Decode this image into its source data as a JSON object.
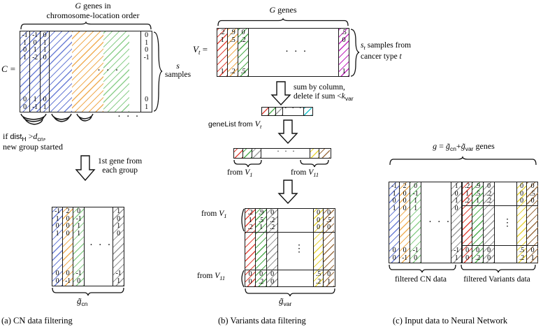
{
  "figure": {
    "title": "CN and Variants data filtering pipeline feeding a neural network",
    "captions": {
      "a": "(a) CN data filtering",
      "b": "(b) Variants data filtering",
      "c": "(c) Input data to Neural Network"
    }
  },
  "panel_a": {
    "top_label_line1": "G",
    "top_label_line1_rest": "genes in",
    "top_label_line2": "chromosome-location order",
    "matrix_label": "C =",
    "right_brace_label_1": "s",
    "right_brace_label_2": "samples",
    "top_matrix": {
      "rows_top": [
        [
          "-1",
          "-1",
          "0"
        ],
        [
          "1",
          "0",
          "1"
        ],
        [
          "0",
          "1",
          "1"
        ],
        [
          "1",
          "-2",
          "0"
        ]
      ],
      "rows_bottom": [
        [
          "0",
          "1",
          "0"
        ],
        [
          "0",
          "-1",
          "1"
        ]
      ],
      "last_col_top": [
        "0",
        "1",
        "0",
        "-1"
      ],
      "last_col_bottom": [
        "0",
        "1"
      ],
      "ellipsis": "· · ·",
      "group_colors": [
        "#6c7fd6",
        "#f0ae56",
        "#8dcf8d"
      ]
    },
    "condition_line1_pre": "if",
    "condition_line1_dist": "dist",
    "condition_line1_sub": "H",
    "condition_line1_gt": ">",
    "condition_line1_d": "d",
    "condition_line1_dsub": "cn",
    "condition_line1_comma": ",",
    "condition_line2": "new group started",
    "arrow_label_line1": "1st gene from",
    "arrow_label_line2": "each group",
    "bottom_matrix": {
      "rows_top": [
        [
          "-1",
          "2",
          "0"
        ],
        [
          "1",
          "0",
          "-1"
        ],
        [
          "0",
          "0",
          "1"
        ],
        [
          "1",
          "0",
          "1"
        ]
      ],
      "rows_bottom": [
        [
          "0",
          "0",
          "-1"
        ],
        [
          "0",
          "-1",
          "0"
        ]
      ],
      "last_col_top": [
        "1",
        "0",
        "1",
        "0"
      ],
      "last_col_bottom": [
        "-1",
        "1"
      ],
      "ellipsis": "· · ·"
    },
    "bottom_brace_label": "g̃",
    "bottom_brace_sub": "cn"
  },
  "panel_b": {
    "top_label_G": "G",
    "top_label_rest": "genes",
    "matrix_label": "V",
    "matrix_label_sub": "t",
    "matrix_label_eq": "=",
    "right_label_line1_s": "s",
    "right_label_line1_sub": "t",
    "right_label_line1_rest": "samples from",
    "right_label_line2": "cancer type",
    "right_label_line2_t": "t",
    "top_matrix": {
      "rows_top": [
        [
          ".2",
          ".9",
          "0"
        ],
        [
          "1",
          ".5",
          ".2"
        ]
      ],
      "rows_bottom": [
        [
          "1",
          ".2",
          ".5"
        ]
      ],
      "last_col_top": [
        ".5",
        "0"
      ],
      "last_col_bottom": [
        "1"
      ],
      "ellipsis": "· · ·"
    },
    "arrow1_label_line1": "sum by column,",
    "arrow1_label_line2_pre": "delete if sum <",
    "arrow1_label_line2_k": "k",
    "arrow1_label_line2_sub": "var",
    "genelist_label": "geneList from",
    "genelist_label_V": "V",
    "genelist_label_sub": "t",
    "genelist_strip_colors": [
      "#e2473b",
      "#4fae4f",
      "#9a9a9a",
      "#1fc4cf"
    ],
    "genelist_strip_ellipsis": "· · ·",
    "combined_strip_colors": [
      "#e2473b",
      "#4fae4f",
      "#9a9a9a",
      "#e8d53a",
      "#9c7044"
    ],
    "combined_strip_ellipsis": "· · ·",
    "from_v1": "from",
    "from_v1_V": "V",
    "from_v1_sub": "1",
    "from_v11": "from",
    "from_v11_V": "V",
    "from_v11_sub": "11",
    "bottom_matrix": {
      "row_label_top": "from",
      "row_label_top_V": "V",
      "row_label_top_sub": "1",
      "row_label_bot": "from",
      "row_label_bot_V": "V",
      "row_label_bot_sub": "11",
      "rows_top": [
        [
          ".2",
          ".9",
          "0"
        ],
        [
          "1",
          ".5",
          ".2"
        ],
        [
          ".2",
          "1",
          ".2"
        ]
      ],
      "rows_top_right": [
        [
          "0",
          "0"
        ],
        [
          "0",
          ".5"
        ],
        [
          "0",
          "0"
        ]
      ],
      "rows_bottom": [
        [
          "0",
          "0",
          "0"
        ],
        [
          "0",
          ".2",
          "0"
        ]
      ],
      "rows_bottom_right": [
        [
          ".5",
          "0"
        ],
        [
          ".2",
          "1"
        ]
      ],
      "vdots": "⋮"
    },
    "bottom_brace_label": "g̃",
    "bottom_brace_sub": "var"
  },
  "panel_c": {
    "top_label_g": "g",
    "top_label_eq": "=",
    "top_label_gcn": "g̃",
    "top_label_gcn_sub": "cn",
    "top_label_plus": "+",
    "top_label_gvar": "g̃",
    "top_label_gvar_sub": "var",
    "top_label_rest": "genes",
    "matrix": {
      "cn_rows_top": [
        [
          "-1",
          "2",
          "0"
        ],
        [
          "1",
          "0",
          "-1"
        ],
        [
          "0",
          "0",
          "1"
        ],
        [
          "1",
          "0",
          "1"
        ]
      ],
      "cn_rows_bottom": [
        [
          "0",
          "0",
          "-1"
        ],
        [
          "0",
          "-1",
          "0"
        ]
      ],
      "cn_gray_top": [
        "1",
        "0",
        "1",
        "0"
      ],
      "cn_gray_bottom": [
        "-1",
        "1"
      ],
      "var_rows_top": [
        [
          ".2",
          ".9",
          "0"
        ],
        [
          "1",
          ".5",
          ".2"
        ],
        [
          ".2",
          "1",
          ".2"
        ]
      ],
      "var_rows_bottom": [
        [
          "0",
          "0",
          "0"
        ],
        [
          "0",
          ".2",
          "0"
        ]
      ],
      "var_right_top": [
        [
          "0",
          "0"
        ],
        [
          "0",
          ".5"
        ],
        [
          "0",
          "0"
        ]
      ],
      "var_right_bottom": [
        [
          ".5",
          "0"
        ],
        [
          ".2",
          "1"
        ]
      ],
      "ellipsis": "· · ·",
      "vdots": "⋮"
    },
    "brace_label_cn": "filtered CN data",
    "brace_label_var": "filtered Variants data"
  }
}
